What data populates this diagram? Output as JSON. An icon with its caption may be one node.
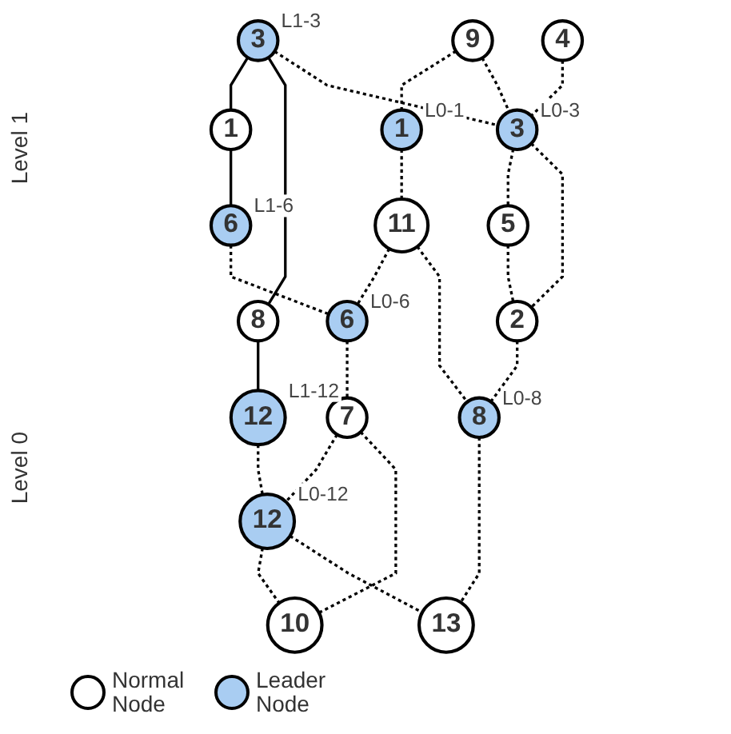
{
  "diagram": {
    "nodes": [
      {
        "text": [
          "1"
        ]
      },
      {
        "text": [
          "6"
        ],
        "beside": [
          "L1-6"
        ]
      },
      {
        "text": [
          "3"
        ],
        "beside": [
          "L1-3"
        ]
      },
      {
        "text": [
          "12"
        ],
        "beside": [
          "L1-12"
        ]
      },
      {
        "text": [
          "8"
        ]
      },
      {
        "text": [
          "9"
        ]
      },
      {
        "text": [
          "1"
        ],
        "beside": [
          "L0-1"
        ]
      },
      {
        "text": [
          "6"
        ],
        "beside": [
          "L0-6"
        ]
      },
      {
        "text": [
          "4"
        ]
      },
      {
        "text": [
          "3"
        ],
        "beside": [
          "L0-3"
        ]
      },
      {
        "text": [
          "11"
        ]
      },
      {
        "text": [
          "7"
        ]
      },
      {
        "text": [
          "12"
        ],
        "beside": [
          "L0-12"
        ]
      },
      {
        "text": [
          "5"
        ]
      },
      {
        "text": [
          "2"
        ]
      },
      {
        "text": [
          "8"
        ],
        "beside": [
          "L0-8"
        ]
      },
      {
        "text": [
          "13"
        ]
      },
      {
        "text": [
          "10"
        ]
      }
    ],
    "edges": [
      {
        "from": 0,
        "to": 1,
        "arrow": "none"
      },
      {
        "from": 2,
        "to": 0,
        "arrow": "none"
      },
      {
        "from": 2,
        "to": 4,
        "arrow": "none"
      },
      {
        "from": 4,
        "to": 3,
        "arrow": "none"
      },
      {
        "from": 2,
        "to": 9,
        "arrow": "none",
        "style": "dashed"
      },
      {
        "from": 1,
        "to": 7,
        "arrow": "none",
        "style": "dashed"
      },
      {
        "from": 3,
        "to": 12,
        "arrow": "none",
        "style": "dashed"
      },
      {
        "from": 5,
        "to": 6,
        "arrow": "none",
        "style": "dashed"
      },
      {
        "from": 5,
        "to": 9,
        "arrow": "none",
        "style": "dashed"
      },
      {
        "from": 8,
        "to": 9,
        "arrow": "none",
        "style": "dashed"
      },
      {
        "from": 9,
        "to": 13,
        "arrow": "none",
        "style": "dashed"
      },
      {
        "from": 9,
        "to": 14,
        "arrow": "none",
        "style": "dashed"
      },
      {
        "from": 13,
        "to": 14,
        "arrow": "none",
        "style": "dashed"
      },
      {
        "from": 14,
        "to": 15,
        "arrow": "none",
        "style": "dashed"
      },
      {
        "from": 6,
        "to": 10,
        "arrow": "none",
        "style": "dashed"
      },
      {
        "from": 10,
        "to": 7,
        "arrow": "none",
        "style": "dashed"
      },
      {
        "from": 10,
        "to": 15,
        "arrow": "none",
        "style": "dashed"
      },
      {
        "from": 7,
        "to": 11,
        "arrow": "none",
        "style": "dashed"
      },
      {
        "from": 11,
        "to": 12,
        "arrow": "none",
        "style": "dashed"
      },
      {
        "from": 11,
        "to": 17,
        "arrow": "none",
        "style": "dashed"
      },
      {
        "from": 12,
        "to": 17,
        "arrow": "none",
        "style": "dashed"
      },
      {
        "from": 12,
        "to": 16,
        "arrow": "none",
        "style": "dashed"
      },
      {
        "from": 15,
        "to": 16,
        "arrow": "none",
        "style": "dashed"
      }
    ],
    "labels": [
      "Level 1",
      "Level 0"
    ],
    "legend": [
      {
        "text": "Normal Node",
        "color": "#ffffff"
      },
      {
        "text": "Leader Node",
        "color": "#a9cdf2"
      }
    ]
  }
}
